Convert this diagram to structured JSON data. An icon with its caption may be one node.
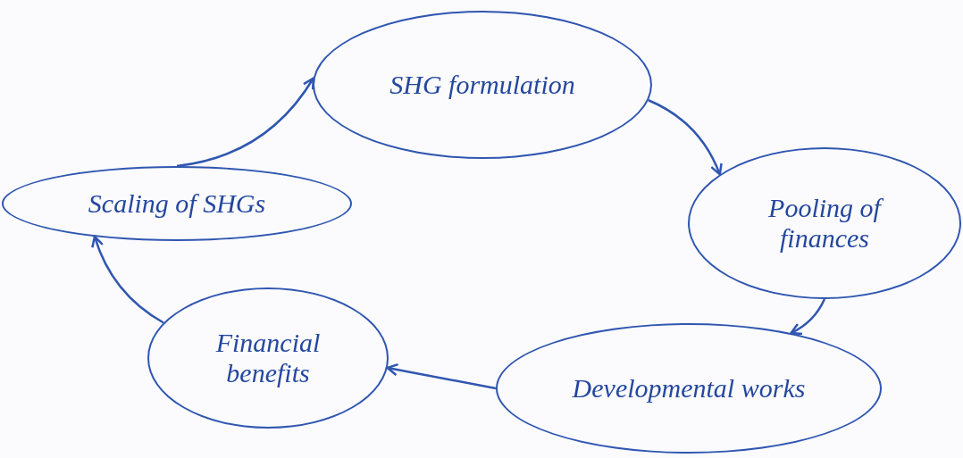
{
  "diagram": {
    "nodes": [
      {
        "text": [
          "SHG formulation"
        ]
      },
      {
        "text": [
          "Pooling of finances"
        ]
      },
      {
        "text": [
          "Developmental works"
        ]
      },
      {
        "text": [
          "Financial benefits"
        ]
      },
      {
        "text": [
          "Scaling of SHGs"
        ]
      }
    ],
    "edges": [
      {
        "from": 4,
        "to": 0,
        "arrow": "to"
      },
      {
        "from": 0,
        "to": 1,
        "arrow": "to"
      },
      {
        "from": 1,
        "to": 2,
        "arrow": "to"
      },
      {
        "from": 2,
        "to": 3,
        "arrow": "to"
      },
      {
        "from": 3,
        "to": 4,
        "arrow": "to"
      }
    ]
  }
}
